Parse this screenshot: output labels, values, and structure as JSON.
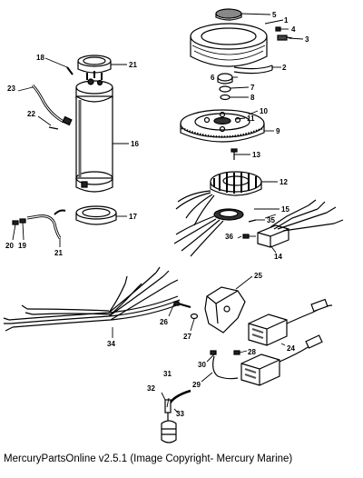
{
  "footer": {
    "text": "MercuryPartsOnline v2.5.1 (Image Copyright- Mercury Marine)"
  },
  "callouts": [
    "1",
    "2",
    "3",
    "4",
    "5",
    "6",
    "7",
    "8",
    "9",
    "10",
    "11",
    "12",
    "13",
    "14",
    "15",
    "16",
    "17",
    "18",
    "19",
    "20",
    "21",
    "21",
    "21",
    "22",
    "23",
    "24",
    "25",
    "26",
    "27",
    "28",
    "29",
    "30",
    "31",
    "32",
    "33",
    "34",
    "35",
    "36"
  ],
  "colors": {
    "line": "#000000",
    "background": "#ffffff"
  }
}
